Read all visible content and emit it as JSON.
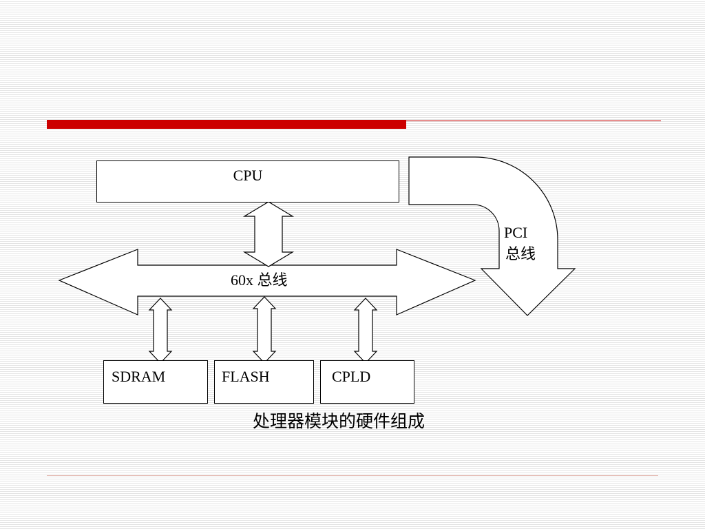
{
  "nodes": {
    "cpu": "CPU",
    "bus": "60x 总线",
    "pci_line1": "PCI",
    "pci_line2": "总线",
    "sdram": "SDRAM",
    "flash": "FLASH",
    "cpld": "CPLD"
  },
  "caption": "处理器模块的硬件组成",
  "colors": {
    "accent": "#cc0000",
    "stroke": "#000000",
    "fill": "#ffffff"
  }
}
